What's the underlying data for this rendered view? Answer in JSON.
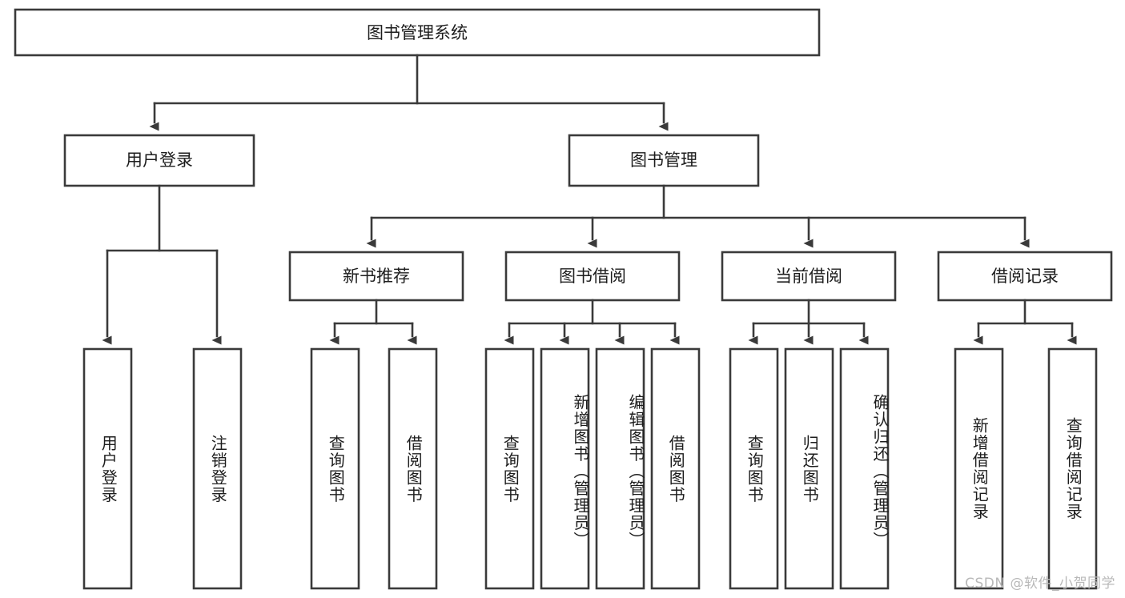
{
  "diagram": {
    "title": "图书管理系统",
    "type": "hierarchy-tree",
    "root": {
      "label": "图书管理系统"
    },
    "level2": [
      {
        "label": "用户登录"
      },
      {
        "label": "图书管理"
      }
    ],
    "level3": [
      {
        "label": "新书推荐"
      },
      {
        "label": "图书借阅"
      },
      {
        "label": "当前借阅"
      },
      {
        "label": "借阅记录"
      }
    ],
    "leaves": {
      "user_login": [
        {
          "label": "用户登录"
        },
        {
          "label": "注销登录"
        }
      ],
      "new_book_recommend": [
        {
          "label": "查询图书"
        },
        {
          "label": "借阅图书"
        }
      ],
      "book_borrow": [
        {
          "label": "查询图书"
        },
        {
          "label": "新增图书（管理员）"
        },
        {
          "label": "编辑图书（管理员）"
        },
        {
          "label": "借阅图书"
        }
      ],
      "current_borrow": [
        {
          "label": "查询图书"
        },
        {
          "label": "归还图书"
        },
        {
          "label": "确认归还（管理员）"
        }
      ],
      "borrow_record": [
        {
          "label": "新增借阅记录"
        },
        {
          "label": "查询借阅记录"
        }
      ]
    }
  },
  "watermark": {
    "text": "CSDN @软件_小贺同学"
  },
  "colors": {
    "stroke": "#3a3a3a",
    "box_fill": "#ffffff",
    "text": "#1d1d1d",
    "watermark": "#b9b9b9",
    "background": "#ffffff"
  }
}
